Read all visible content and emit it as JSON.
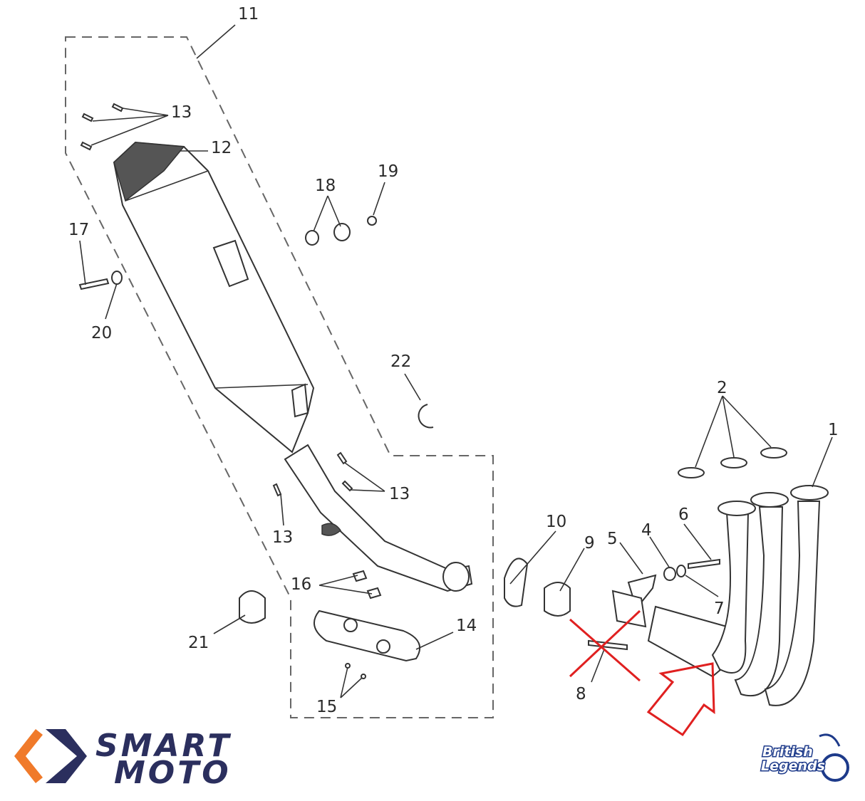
{
  "callouts": {
    "c1": "1",
    "c2": "2",
    "c4": "4",
    "c5": "5",
    "c6": "6",
    "c7": "7",
    "c8": "8",
    "c9": "9",
    "c10": "10",
    "c11": "11",
    "c12": "12",
    "c13a": "13",
    "c13b": "13",
    "c13c": "13",
    "c14": "14",
    "c15": "15",
    "c16": "16",
    "c17": "17",
    "c18": "18",
    "c19": "19",
    "c20": "20",
    "c21": "21",
    "c22": "22"
  },
  "logos": {
    "smartmoto_line1": "SMART",
    "smartmoto_line2": "MOTO",
    "british_line1": "British",
    "british_line2": "Legends"
  },
  "colors": {
    "annotation_red": "#e02020",
    "smartmoto_navy": "#2b2f5e",
    "smartmoto_orange": "#f07a2a",
    "british_blue": "#1d3a8a"
  },
  "icons": {
    "remove_mark": "red-cross-icon",
    "pointer": "red-arrow-icon"
  }
}
